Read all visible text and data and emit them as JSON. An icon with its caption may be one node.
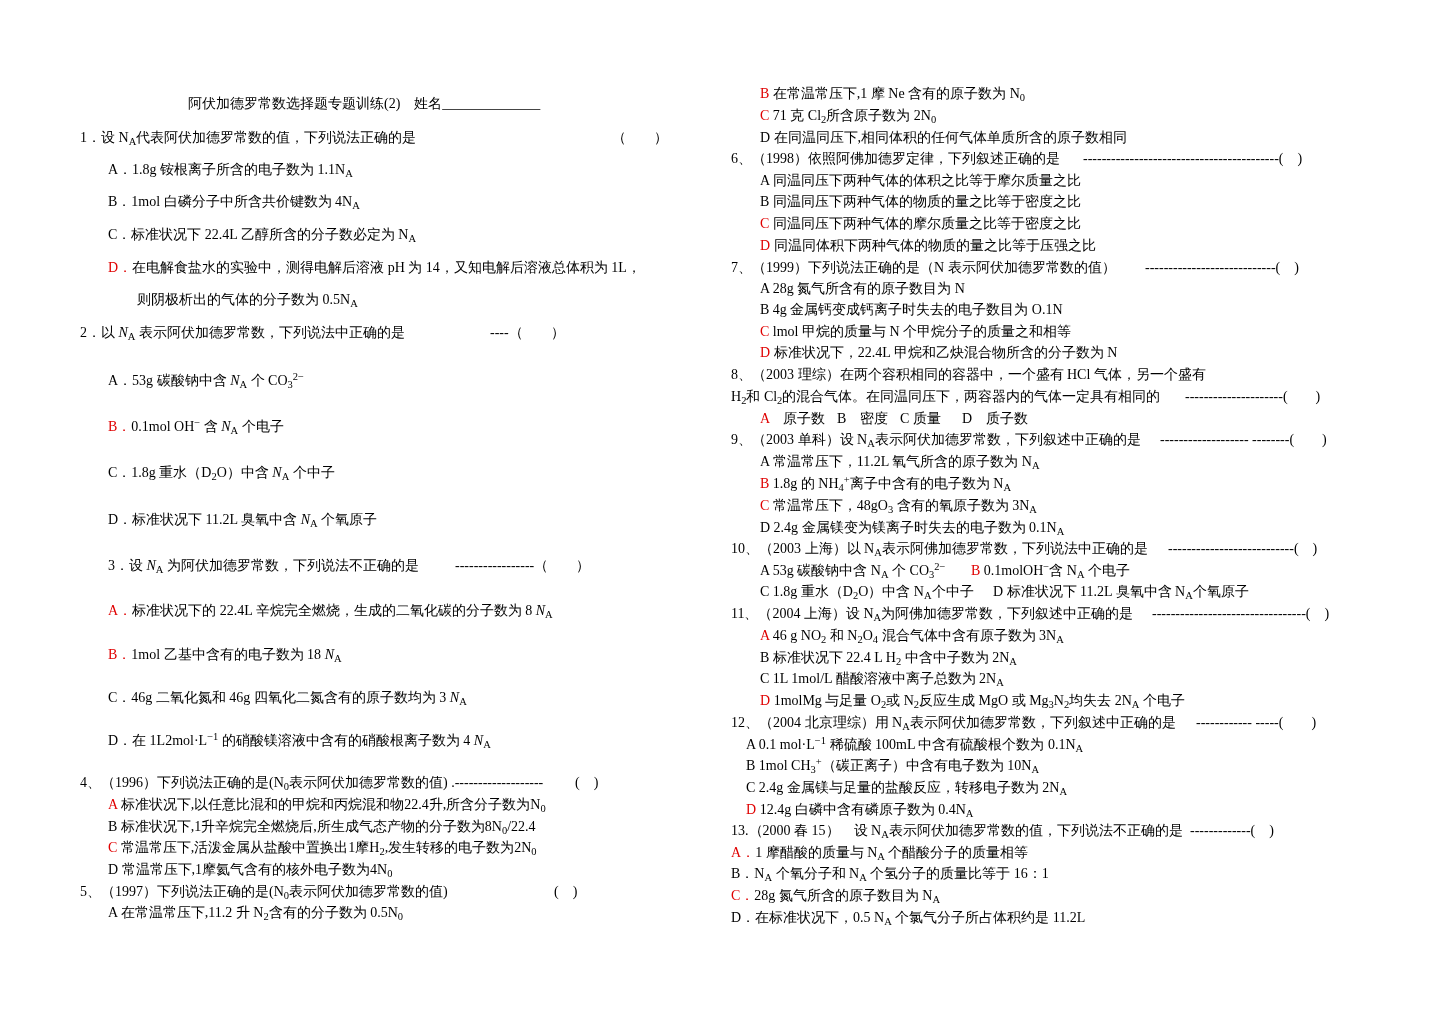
{
  "diagram": {
    "title": "阿伏加德罗常数选择题专题训练(2)　姓名______________",
    "labels": [
      "1．设 N$_{A}$代表阿伏加德罗常数的值，下列说法正确的是",
      "（　　）",
      "A．1.8g 铵根离子所含的电子数为 1.1N$_{A}$",
      "B．1mol 白磷分子中所含共价键数为 4N$_{A}$",
      "C．标准状况下 22.4L 乙醇所含的分子数必定为 N$_{A}$",
      "D．在电解食盐水的实验中，测得电解后溶液 pH 为 14，又知电解后溶液总体积为 1L，",
      "则阴极析出的气体的分子数为 0.5N$_{A}$",
      "2．以 *N*$_{A}$ 表示阿伏加德罗常数，下列说法中正确的是",
      "----（　　）",
      "A．53g 碳酸钠中含 *N*$_{A}$ 个 CO$_{3}$$^{2−}$",
      "B．0.1mol OH$^{−}$ 含 *N*$_{A}$ 个电子",
      "C．1.8g 重水（D$_{2}$O）中含 *N*$_{A}$ 个中子",
      "D．标准状况下 11.2L 臭氧中含 *N*$_{A}$ 个氧原子",
      "3．设 *N*$_{A}$ 为阿伏加德罗常数，下列说法不正确的是",
      "-----------------（　　）",
      "A．标准状况下的 22.4L 辛烷完全燃烧，生成的二氧化碳的分子数为 8 *N*$_{A}$",
      "B．1mol 乙基中含有的电子数为 18 *N*$_{A}$",
      "C．46g 二氧化氮和 46g 四氧化二氮含有的原子数均为 3 *N*$_{A}$",
      "D．在 1L2mol·L$^{−1}$ 的硝酸镁溶液中含有的硝酸根离子数为 4 *N*$_{A}$",
      "4、（1996）下列说法正确的是(N$_{0}$表示阿伏加德罗常数的值) .-------------------",
      "(　)",
      "A 标准状况下,以任意比混和的甲烷和丙烷混和物22.4升,所含分子数为N$_{0}$",
      "B 标准状况下,1升辛烷完全燃烧后,所生成气态产物的分子数为8N$_{0}$/22.4",
      "C 常温常压下,活泼金属从盐酸中置换出1摩H$_{2}$,发生转移的电子数为2N$_{0}$",
      "D 常温常压下,1摩氦气含有的核外电子数为4N$_{0}$",
      "5、（1997）下列说法正确的是(N$_{0}$表示阿伏加德罗常数的值)",
      "(　)",
      "A 在常温常压下,11.2 升 N$_{2}$含有的分子数为 0.5N$_{0}$",
      "B 在常温常压下,1 摩 Ne 含有的原子数为 N$_{0}$",
      "C 71 克 Cl$_{2}$所含原子数为 2N$_{0}$",
      "D 在同温同压下,相同体积的任何气体单质所含的原子数相同",
      "6、（1998）依照阿佛加德罗定律，下列叙述正确的是",
      "------------------------------------------(　)",
      "A 同温同压下两种气体的体积之比等于摩尔质量之比",
      "B 同温同压下两种气体的物质的量之比等于密度之比",
      "C 同温同压下两种气体的摩尔质量之比等于密度之比",
      "D 同温同体积下两种气体的物质的量之比等于压强之比",
      "7、（1999）下列说法正确的是（N 表示阿伏加德罗常数的值）",
      "----------------------------(　)",
      "A 28g 氮气所含有的原子数目为 N",
      "B 4g 金属钙变成钙离子时失去的电子数目为 O.1N",
      "C lmol 甲烷的质量与 N 个甲烷分子的质量之和相等",
      "D 标准状况下，22.4L 甲烷和乙炔混合物所含的分子数为 N",
      "8、（2003 理综）在两个容积相同的容器中，一个盛有 HCl 气体，另一个盛有",
      "H$_{2}$和 Cl$_{2}$的混合气体。在同温同压下，两容器内的气体一定具有相同的",
      "---------------------(　　)",
      "A　原子数",
      "B　密度",
      "C 质量",
      "D　质子数",
      "9、（2003 单科）设 N$_{A}$表示阿伏加德罗常数，下列叙述中正确的是",
      "------------------- --------(　　)",
      "A 常温常压下，11.2L 氧气所含的原子数为 N$_{A}$",
      "B 1.8g 的 NH$_{4}$$^{+}$离子中含有的电子数为 N$_{A}$",
      "C 常温常压下，48gO$_{3}$ 含有的氧原子数为 3N$_{A}$",
      "D 2.4g 金属镁变为镁离子时失去的电子数为 0.1N$_{A}$",
      "10、（2003 上海）以 N$_{A}$表示阿佛加德罗常数，下列说法中正确的是",
      "---------------------------(　)",
      "A 53g 碳酸钠中含 N$_{A}$ 个 CO$_{3}$$^{2−}$",
      "B 0.1molOH$^{−}$含 N$_{A}$ 个电子",
      "C 1.8g 重水（D$_{2}$O）中含 N$_{A}$个中子",
      "D 标准状况下 11.2L 臭氧中含 N$_{A}$个氧原子",
      "11、（2004 上海）设 N$_{A}$为阿佛加德罗常数，下列叙述中正确的是",
      "---------------------------------(　)",
      "A 46 g NO$_{2}$ 和 N$_{2}$O$_{4}$ 混合气体中含有原子数为 3N$_{A}$",
      "B 标准状况下 22.4 L H$_{2}$ 中含中子数为 2N$_{A}$",
      "C 1L 1mol/L 醋酸溶液中离子总数为 2N$_{A}$",
      "D 1molMg 与足量 O$_{2}$或 N$_{2}$反应生成 MgO 或 Mg$_{3}$N$_{2}$均失去 2N$_{A}$ 个电子",
      "12、（2004 北京理综）用 N$_{A}$表示阿伏加德罗常数，下列叙述中正确的是",
      "------------ -----(　　)",
      "A 0.1 mol·L$^{−1}$ 稀硫酸 100mL 中含有硫酸根个数为 0.1N$_{A}$",
      "B 1mol CH$_{3}$$^{+}$（碳正离子）中含有电子数为 10N$_{A}$",
      "C 2.4g 金属镁与足量的盐酸反应，转移电子数为 2N$_{A}$",
      "D 12.4g 白磷中含有磷原子数为 0.4N$_{A}$",
      "13.（2000 春 15）　设 N$_{A}$表示阿伏加德罗常数的值，下列说法不正确的是",
      "-------------(　)",
      "A．1 摩醋酸的质量与 N$_{A}$ 个醋酸分子的质量相等",
      "B．N$_{A}$ 个氧分子和 N$_{A}$ 个氢分子的质量比等于 16：1",
      "C．28g 氮气所含的原子数目为 N$_{A}$",
      "D．在标准状况下，0.5 N$_{A}$ 个氯气分子所占体积约是 11.2L"
    ]
  }
}
